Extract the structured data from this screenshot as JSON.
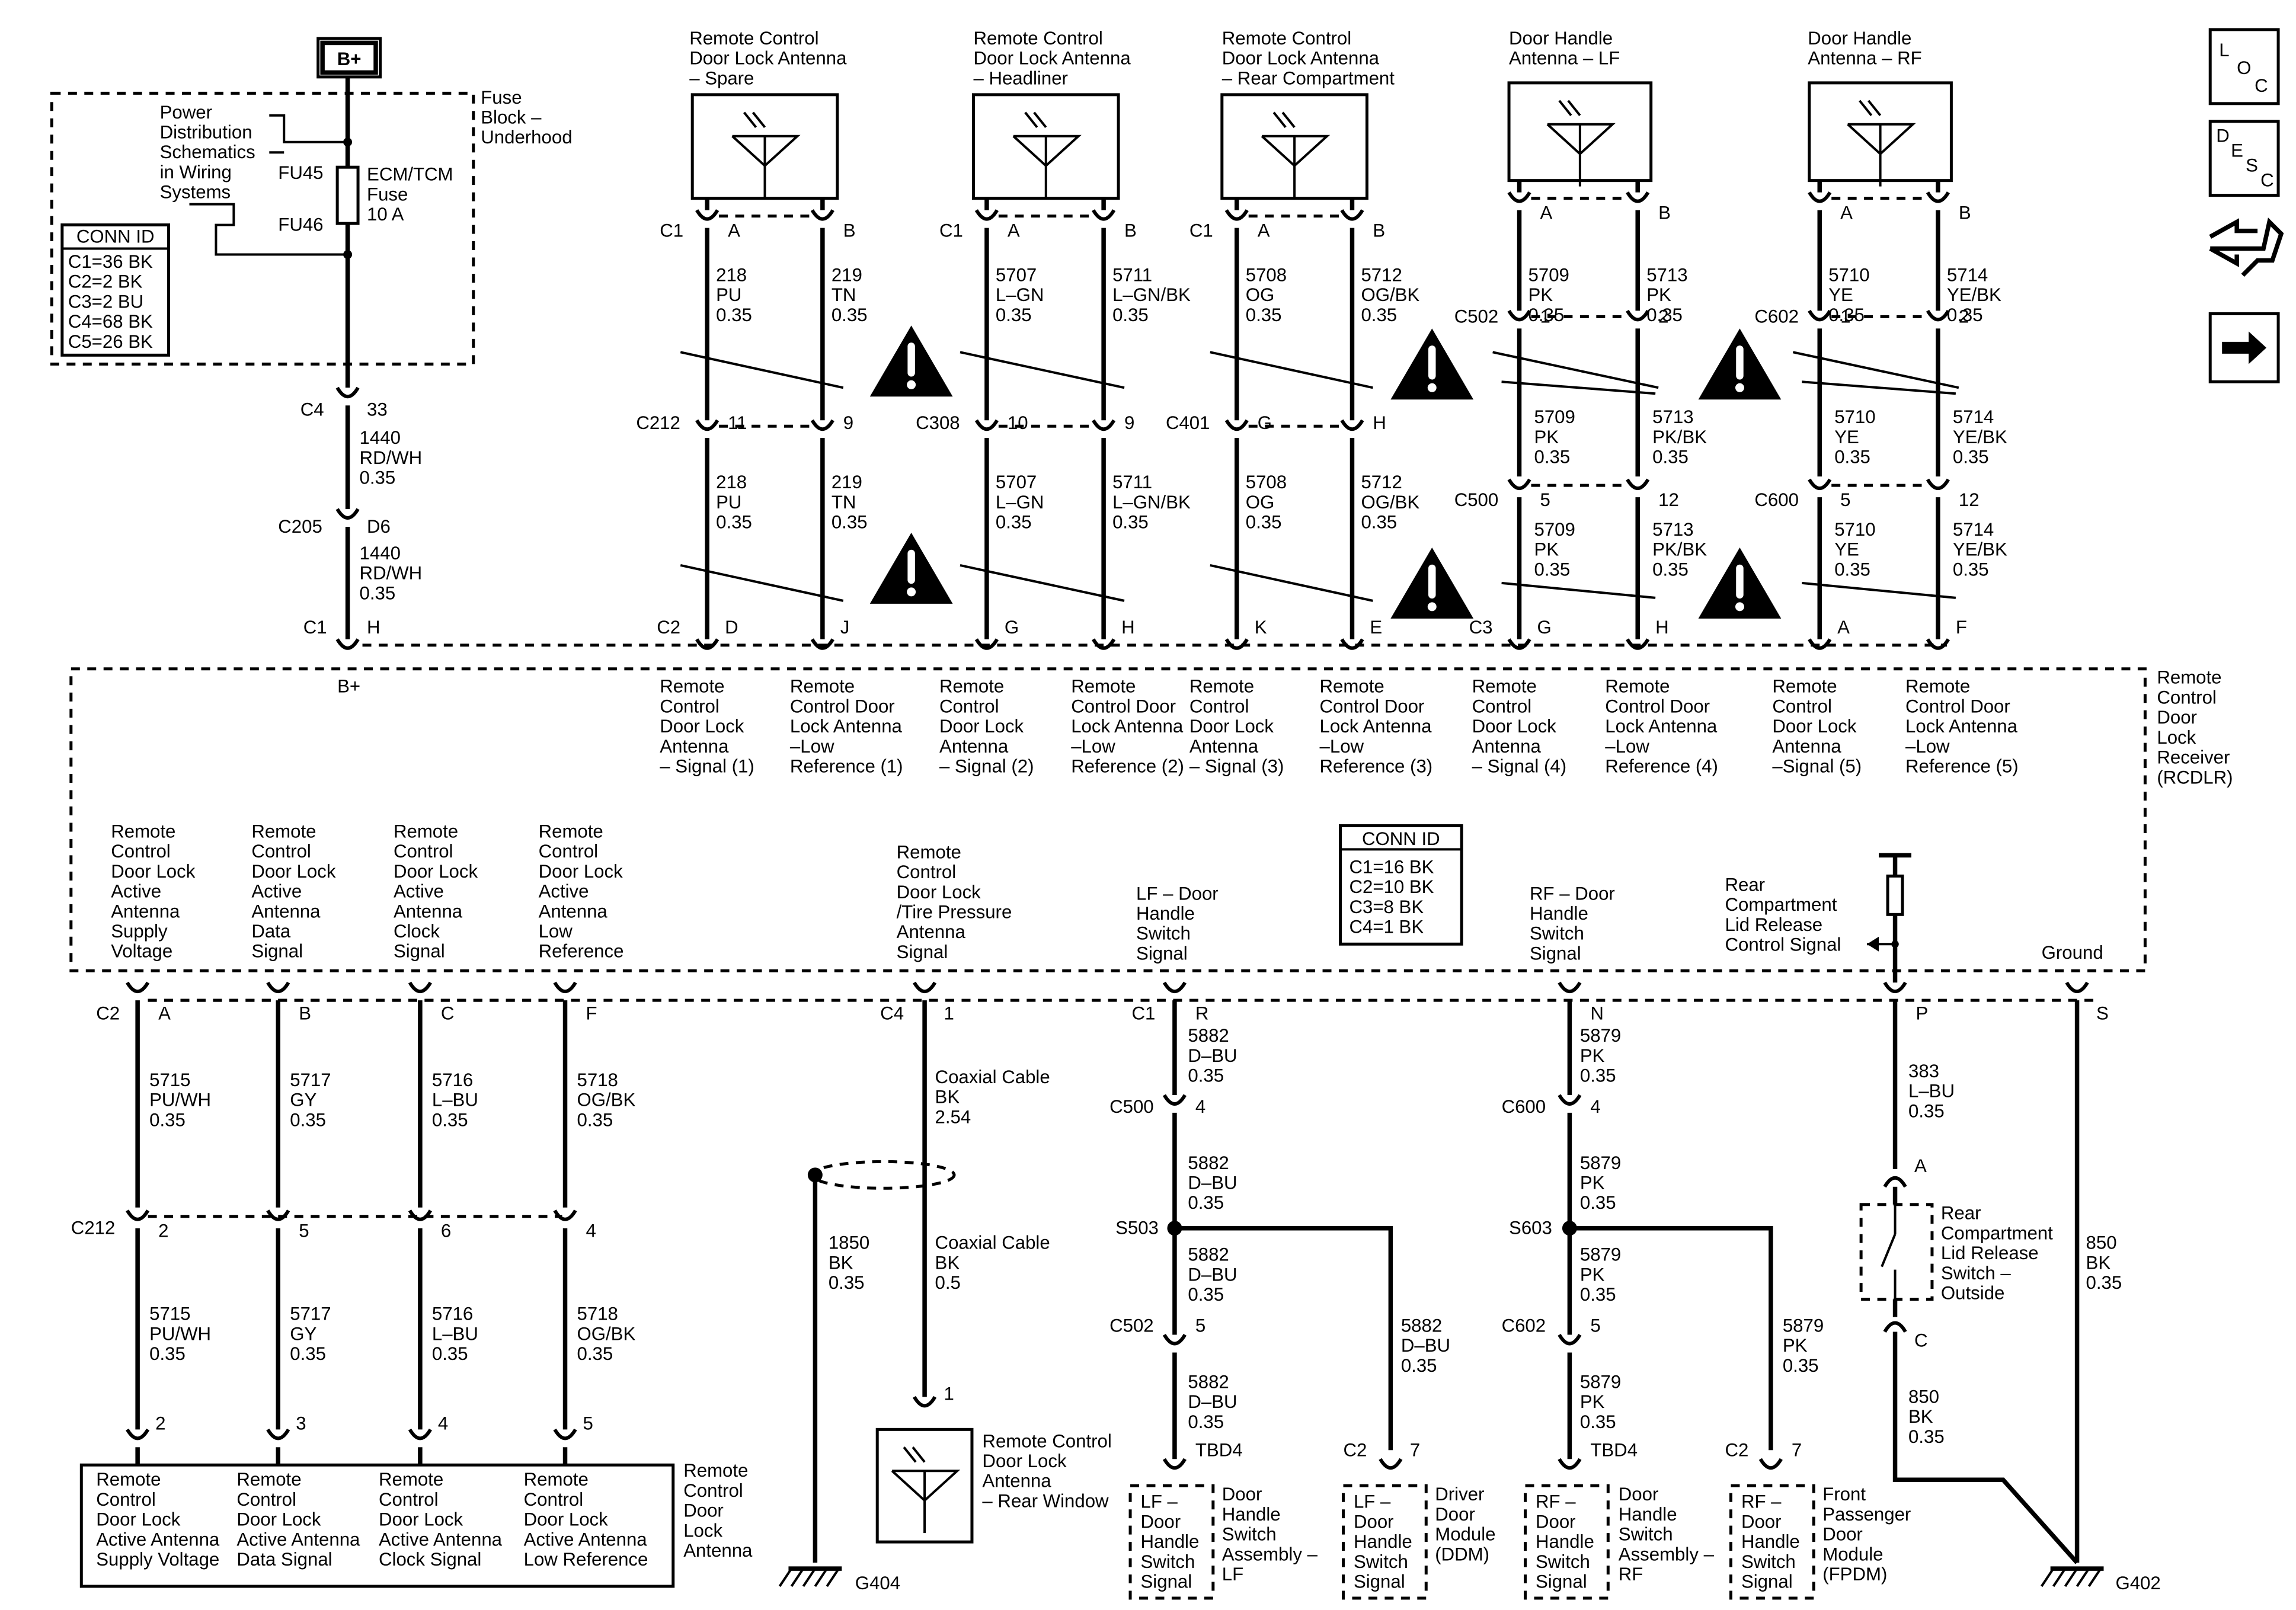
{
  "battery": "B+",
  "fuse_block": {
    "lines": [
      "Fuse",
      "Block –",
      "Underhood"
    ],
    "pds_ref": [
      "Power",
      "Distribution",
      "Schematics",
      "in Wiring",
      "Systems"
    ],
    "fuse_top": "FU45",
    "fuse_bottom": "FU46",
    "fuse_label": [
      "ECM/TCM",
      "Fuse",
      "10 A"
    ]
  },
  "conn_id_1": {
    "title": "CONN ID",
    "rows": [
      "C1=36 BK",
      "C2=2 BK",
      "C3=2 BU",
      "C4=68 BK",
      "C5=26 BK"
    ]
  },
  "conn_id_2": {
    "title": "CONN ID",
    "rows": [
      "C1=16 BK",
      "C2=10 BK",
      "C3=8 BK",
      "C4=1 BK"
    ]
  },
  "supply_feed": {
    "c4": "C4",
    "c4_pin": "33",
    "wire_1": [
      "1440",
      "RD/WH",
      "0.35"
    ],
    "c205": "C205",
    "c205_pin": "D6",
    "wire_2": [
      "1440",
      "RD/WH",
      "0.35"
    ],
    "c1": "C1",
    "c1_pin": "H",
    "terminal": "B+"
  },
  "antennas": [
    {
      "title": [
        "Remote Control",
        "Door Lock Antenna",
        "– Spare"
      ],
      "conn": "C1",
      "pin_a": "A",
      "pin_b": "B",
      "wire_a1": [
        "218",
        "PU",
        "0.35"
      ],
      "wire_b1": [
        "219",
        "TN",
        "0.35"
      ],
      "inline": "C212",
      "inline_a": "11",
      "inline_b": "9",
      "wire_a2": [
        "218",
        "PU",
        "0.35"
      ],
      "wire_b2": [
        "219",
        "TN",
        "0.35"
      ],
      "recv_conn": "C2",
      "recv_a": "D",
      "recv_b": "J",
      "sig_label": [
        "Remote",
        "Control",
        "Door Lock",
        "Antenna",
        "– Signal (1)"
      ],
      "ref_label": [
        "Remote",
        "Control Door",
        "Lock Antenna",
        "–Low",
        "Reference (1)"
      ]
    },
    {
      "title": [
        "Remote Control",
        "Door Lock Antenna",
        "– Headliner"
      ],
      "conn": "C1",
      "pin_a": "A",
      "pin_b": "B",
      "wire_a1": [
        "5707",
        "L–GN",
        "0.35"
      ],
      "wire_b1": [
        "5711",
        "L–GN/BK",
        "0.35"
      ],
      "inline": "C308",
      "inline_a": "10",
      "inline_b": "9",
      "wire_a2": [
        "5707",
        "L–GN",
        "0.35"
      ],
      "wire_b2": [
        "5711",
        "L–GN/BK",
        "0.35"
      ],
      "recv_conn": "",
      "recv_a": "G",
      "recv_b": "H",
      "sig_label": [
        "Remote",
        "Control",
        "Door Lock",
        "Antenna",
        "– Signal (2)"
      ],
      "ref_label": [
        "Remote",
        "Control Door",
        "Lock Antenna",
        "–Low",
        "Reference (2)"
      ]
    },
    {
      "title": [
        "Remote Control",
        "Door Lock Antenna",
        "– Rear Compartment"
      ],
      "conn": "C1",
      "pin_a": "A",
      "pin_b": "B",
      "wire_a1": [
        "5708",
        "OG",
        "0.35"
      ],
      "wire_b1": [
        "5712",
        "OG/BK",
        "0.35"
      ],
      "inline": "C401",
      "inline_a": "G",
      "inline_b": "H",
      "wire_a2": [
        "5708",
        "OG",
        "0.35"
      ],
      "wire_b2": [
        "5712",
        "OG/BK",
        "0.35"
      ],
      "recv_conn": "",
      "recv_a": "K",
      "recv_b": "E",
      "sig_label": [
        "Remote",
        "Control",
        "Door Lock",
        "Antenna",
        "– Signal (3)"
      ],
      "ref_label": [
        "Remote",
        "Control Door",
        "Lock Antenna",
        "–Low",
        "Reference (3)"
      ]
    },
    {
      "title": [
        "Door Handle",
        "Antenna – LF"
      ],
      "conn": "",
      "pin_a": "A",
      "pin_b": "B",
      "wire_a1": [
        "5709",
        "PK",
        "0.35"
      ],
      "wire_b1": [
        "5713",
        "PK",
        "0.35"
      ],
      "inline": "C502",
      "inline_a": "1",
      "inline_b": "2",
      "wire_a2": [
        "5709",
        "PK",
        "0.35"
      ],
      "wire_b2": [
        "5713",
        "PK/BK",
        "0.35"
      ],
      "inline2": "C500",
      "inline2_a": "5",
      "inline2_b": "12",
      "wire_a3": [
        "5709",
        "PK",
        "0.35"
      ],
      "wire_b3": [
        "5713",
        "PK/BK",
        "0.35"
      ],
      "recv_conn": "C3",
      "recv_a": "G",
      "recv_b": "H",
      "sig_label": [
        "Remote",
        "Control",
        "Door Lock",
        "Antenna",
        "– Signal (4)"
      ],
      "ref_label": [
        "Remote",
        "Control Door",
        "Lock Antenna",
        "–Low",
        "Reference (4)"
      ]
    },
    {
      "title": [
        "Door Handle",
        "Antenna – RF"
      ],
      "conn": "",
      "pin_a": "A",
      "pin_b": "B",
      "wire_a1": [
        "5710",
        "YE",
        "0.35"
      ],
      "wire_b1": [
        "5714",
        "YE/BK",
        "0.35"
      ],
      "inline": "C602",
      "inline_a": "1",
      "inline_b": "2",
      "wire_a2": [
        "5710",
        "YE",
        "0.35"
      ],
      "wire_b2": [
        "5714",
        "YE/BK",
        "0.35"
      ],
      "inline2": "C600",
      "inline2_a": "5",
      "inline2_b": "12",
      "wire_a3": [
        "5710",
        "YE",
        "0.35"
      ],
      "wire_b3": [
        "5714",
        "YE/BK",
        "0.35"
      ],
      "recv_conn": "",
      "recv_a": "A",
      "recv_b": "F",
      "sig_label": [
        "Remote",
        "Control",
        "Door Lock",
        "Antenna",
        "–Signal (5)"
      ],
      "ref_label": [
        "Remote",
        "Control Door",
        "Lock Antenna",
        "–Low",
        "Reference (5)"
      ]
    }
  ],
  "receiver_label": [
    "Remote",
    "Control",
    "Door",
    "Lock",
    "Receiver",
    "(RCDLR)"
  ],
  "active_antenna": {
    "recv_conn": "C2",
    "inline": "C212",
    "circuits": [
      {
        "recv_pin": "A",
        "label": [
          "Remote",
          "Control",
          "Door Lock",
          "Active",
          "Antenna",
          "Supply",
          "Voltage"
        ],
        "wire1": [
          "5715",
          "PU/WH",
          "0.35"
        ],
        "inline_pin": "2",
        "wire2": [
          "5715",
          "PU/WH",
          "0.35"
        ],
        "dev_pin": "2",
        "dev_label": [
          "Remote",
          "Control",
          "Door Lock",
          "Active Antenna",
          "Supply Voltage"
        ]
      },
      {
        "recv_pin": "B",
        "label": [
          "Remote",
          "Control",
          "Door Lock",
          "Active",
          "Antenna",
          "Data",
          "Signal"
        ],
        "wire1": [
          "5717",
          "GY",
          "0.35"
        ],
        "inline_pin": "5",
        "wire2": [
          "5717",
          "GY",
          "0.35"
        ],
        "dev_pin": "3",
        "dev_label": [
          "Remote",
          "Control",
          "Door Lock",
          "Active Antenna",
          "Data Signal"
        ]
      },
      {
        "recv_pin": "C",
        "label": [
          "Remote",
          "Control",
          "Door Lock",
          "Active",
          "Antenna",
          "Clock",
          "Signal"
        ],
        "wire1": [
          "5716",
          "L–BU",
          "0.35"
        ],
        "inline_pin": "6",
        "wire2": [
          "5716",
          "L–BU",
          "0.35"
        ],
        "dev_pin": "4",
        "dev_label": [
          "Remote",
          "Control",
          "Door Lock",
          "Active Antenna",
          "Clock Signal"
        ]
      },
      {
        "recv_pin": "F",
        "label": [
          "Remote",
          "Control",
          "Door Lock",
          "Active",
          "Antenna",
          "Low",
          "Reference"
        ],
        "wire1": [
          "5718",
          "OG/BK",
          "0.35"
        ],
        "inline_pin": "4",
        "wire2": [
          "5718",
          "OG/BK",
          "0.35"
        ],
        "dev_pin": "5",
        "dev_label": [
          "Remote",
          "Control",
          "Door Lock",
          "Active Antenna",
          "Low Reference"
        ]
      }
    ],
    "device_title": [
      "Remote",
      "Control",
      "Door",
      "Lock",
      "Antenna"
    ]
  },
  "rear_window": {
    "label": [
      "Remote",
      "Control",
      "Door Lock",
      "/Tire Pressure",
      "Antenna",
      "Signal"
    ],
    "conn": "C4",
    "pin": "1",
    "cable1": [
      "Coaxial Cable",
      "BK",
      "2.54"
    ],
    "cable2": [
      "Coaxial Cable",
      "BK",
      "0.5"
    ],
    "shield": [
      "1850",
      "BK",
      "0.35"
    ],
    "ground": "G404",
    "dev_pin": "1",
    "dev_label": [
      "Remote Control",
      "Door Lock",
      "Antenna",
      "– Rear Window"
    ]
  },
  "lf_switch": {
    "label": [
      "LF – Door",
      "Handle",
      "Switch",
      "Signal"
    ],
    "conn": "C1",
    "pin": "R",
    "wire1": [
      "5882",
      "D–BU",
      "0.35"
    ],
    "c500": "C500",
    "c500_pin": "4",
    "wire2": [
      "5882",
      "D–BU",
      "0.35"
    ],
    "splice": "S503",
    "wire3": [
      "5882",
      "D–BU",
      "0.35"
    ],
    "c502": "C502",
    "c502_pin": "5",
    "wire4": [
      "5882",
      "D–BU",
      "0.35"
    ],
    "tbd": "TBD4",
    "branch": [
      "5882",
      "D–BU",
      "0.35"
    ],
    "ddm_conn": "C2",
    "ddm_pin": "7",
    "assy_box": [
      "LF –",
      "Door",
      "Handle",
      "Switch",
      "Signal"
    ],
    "assy_label": [
      "Door",
      "Handle",
      "Switch",
      "Assembly –",
      "LF"
    ],
    "ddm_box": [
      "LF –",
      "Door",
      "Handle",
      "Switch",
      "Signal"
    ],
    "ddm_label": [
      "Driver",
      "Door",
      "Module",
      "(DDM)"
    ]
  },
  "rf_switch": {
    "label": [
      "RF – Door",
      "Handle",
      "Switch",
      "Signal"
    ],
    "pin": "N",
    "wire1": [
      "5879",
      "PK",
      "0.35"
    ],
    "c600": "C600",
    "c600_pin": "4",
    "wire2": [
      "5879",
      "PK",
      "0.35"
    ],
    "splice": "S603",
    "wire3": [
      "5879",
      "PK",
      "0.35"
    ],
    "c602": "C602",
    "c602_pin": "5",
    "wire4": [
      "5879",
      "PK",
      "0.35"
    ],
    "tbd": "TBD4",
    "branch": [
      "5879",
      "PK",
      "0.35"
    ],
    "fpdm_conn": "C2",
    "fpdm_pin": "7",
    "assy_box": [
      "RF –",
      "Door",
      "Handle",
      "Switch",
      "Signal"
    ],
    "assy_label": [
      "Door",
      "Handle",
      "Switch",
      "Assembly –",
      "RF"
    ],
    "fpdm_box": [
      "RF –",
      "Door",
      "Handle",
      "Switch",
      "Signal"
    ],
    "fpdm_label": [
      "Front",
      "Passenger",
      "Door",
      "Module",
      "(FPDM)"
    ]
  },
  "rear_lid": {
    "label": [
      "Rear",
      "Compartment",
      "Lid Release",
      "Control Signal"
    ],
    "pin": "P",
    "wire1": [
      "383",
      "L–BU",
      "0.35"
    ],
    "sw_pin_a": "A",
    "sw_label": [
      "Rear",
      "Compartment",
      "Lid Release",
      "Switch –",
      "Outside"
    ],
    "sw_pin_c": "C",
    "wire2": [
      "850",
      "BK",
      "0.35"
    ]
  },
  "ground_ckt": {
    "label": "Ground",
    "pin": "S",
    "wire": [
      "850",
      "BK",
      "0.35"
    ],
    "ground": "G402"
  },
  "nav_icons": {
    "loc": [
      "L",
      "O",
      "C"
    ],
    "desc": [
      "D",
      "E",
      "S",
      "C"
    ]
  }
}
